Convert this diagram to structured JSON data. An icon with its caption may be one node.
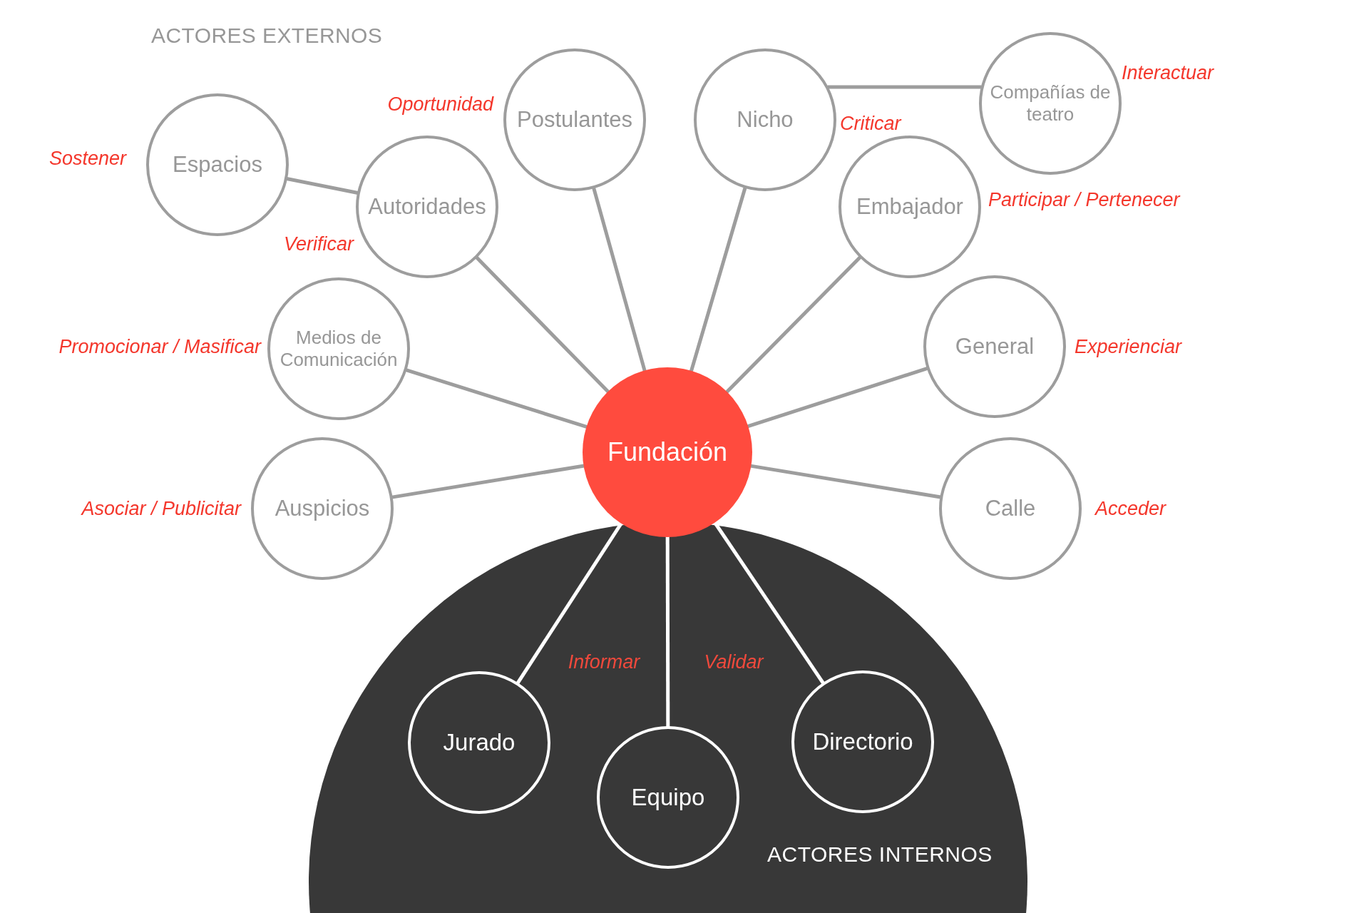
{
  "diagram": {
    "nodes": [
      {
        "text": [
          "Postulantes"
        ],
        "beside": [
          "Oportunidad"
        ]
      },
      {
        "text": [
          "Nicho"
        ],
        "beside": [
          "Criticar"
        ]
      },
      {
        "text": [
          "Compañías de teatro"
        ],
        "beside": [
          "Interactuar"
        ]
      },
      {
        "text": [
          "Espacios"
        ],
        "beside": [
          "Sostener"
        ]
      },
      {
        "text": [
          "Autoridades"
        ],
        "beside": [
          "Verificar"
        ]
      },
      {
        "text": [
          "Embajador"
        ],
        "beside": [
          "Participar / Pertenecer"
        ]
      },
      {
        "text": [
          "Medios de Comunicación"
        ],
        "beside": [
          "Promocionar / Masificar"
        ]
      },
      {
        "text": [
          "General"
        ],
        "beside": [
          "Experienciar"
        ]
      },
      {
        "text": [
          "Fundación"
        ]
      },
      {
        "text": [
          "Auspicios"
        ],
        "beside": [
          "Asociar / Publicitar"
        ]
      },
      {
        "text": [
          "Calle"
        ],
        "beside": [
          "Acceder"
        ]
      },
      {
        "text": [
          "ACTORES INTERNOS"
        ]
      },
      {
        "text": [
          "Jurado"
        ],
        "in": 11
      },
      {
        "text": [
          "Directorio"
        ],
        "in": 11
      },
      {
        "text": [
          "Equipo"
        ],
        "in": 11
      }
    ],
    "edges": [
      {
        "from": 3,
        "to": 4,
        "arrow": "none"
      },
      {
        "from": 1,
        "to": 2,
        "arrow": "none"
      },
      {
        "from": 4,
        "to": 8,
        "arrow": "none"
      },
      {
        "from": 0,
        "to": 8,
        "arrow": "none"
      },
      {
        "from": 1,
        "to": 8,
        "arrow": "none"
      },
      {
        "from": 5,
        "to": 8,
        "arrow": "none"
      },
      {
        "from": 6,
        "to": 8,
        "arrow": "none"
      },
      {
        "from": 7,
        "to": 8,
        "arrow": "none"
      },
      {
        "from": 9,
        "to": 8,
        "arrow": "none"
      },
      {
        "from": 10,
        "to": 8,
        "arrow": "none"
      },
      {
        "from": 8,
        "to": 12,
        "arrow": "none",
        "color": "#ffffff"
      },
      {
        "from": 8,
        "to": 14,
        "arrow": "none",
        "color": "#ffffff"
      },
      {
        "from": 8,
        "to": 13,
        "arrow": "none",
        "color": "#ffffff"
      }
    ],
    "labels": [
      "ACTORES EXTERNOS",
      "Informar",
      "Validar"
    ]
  }
}
